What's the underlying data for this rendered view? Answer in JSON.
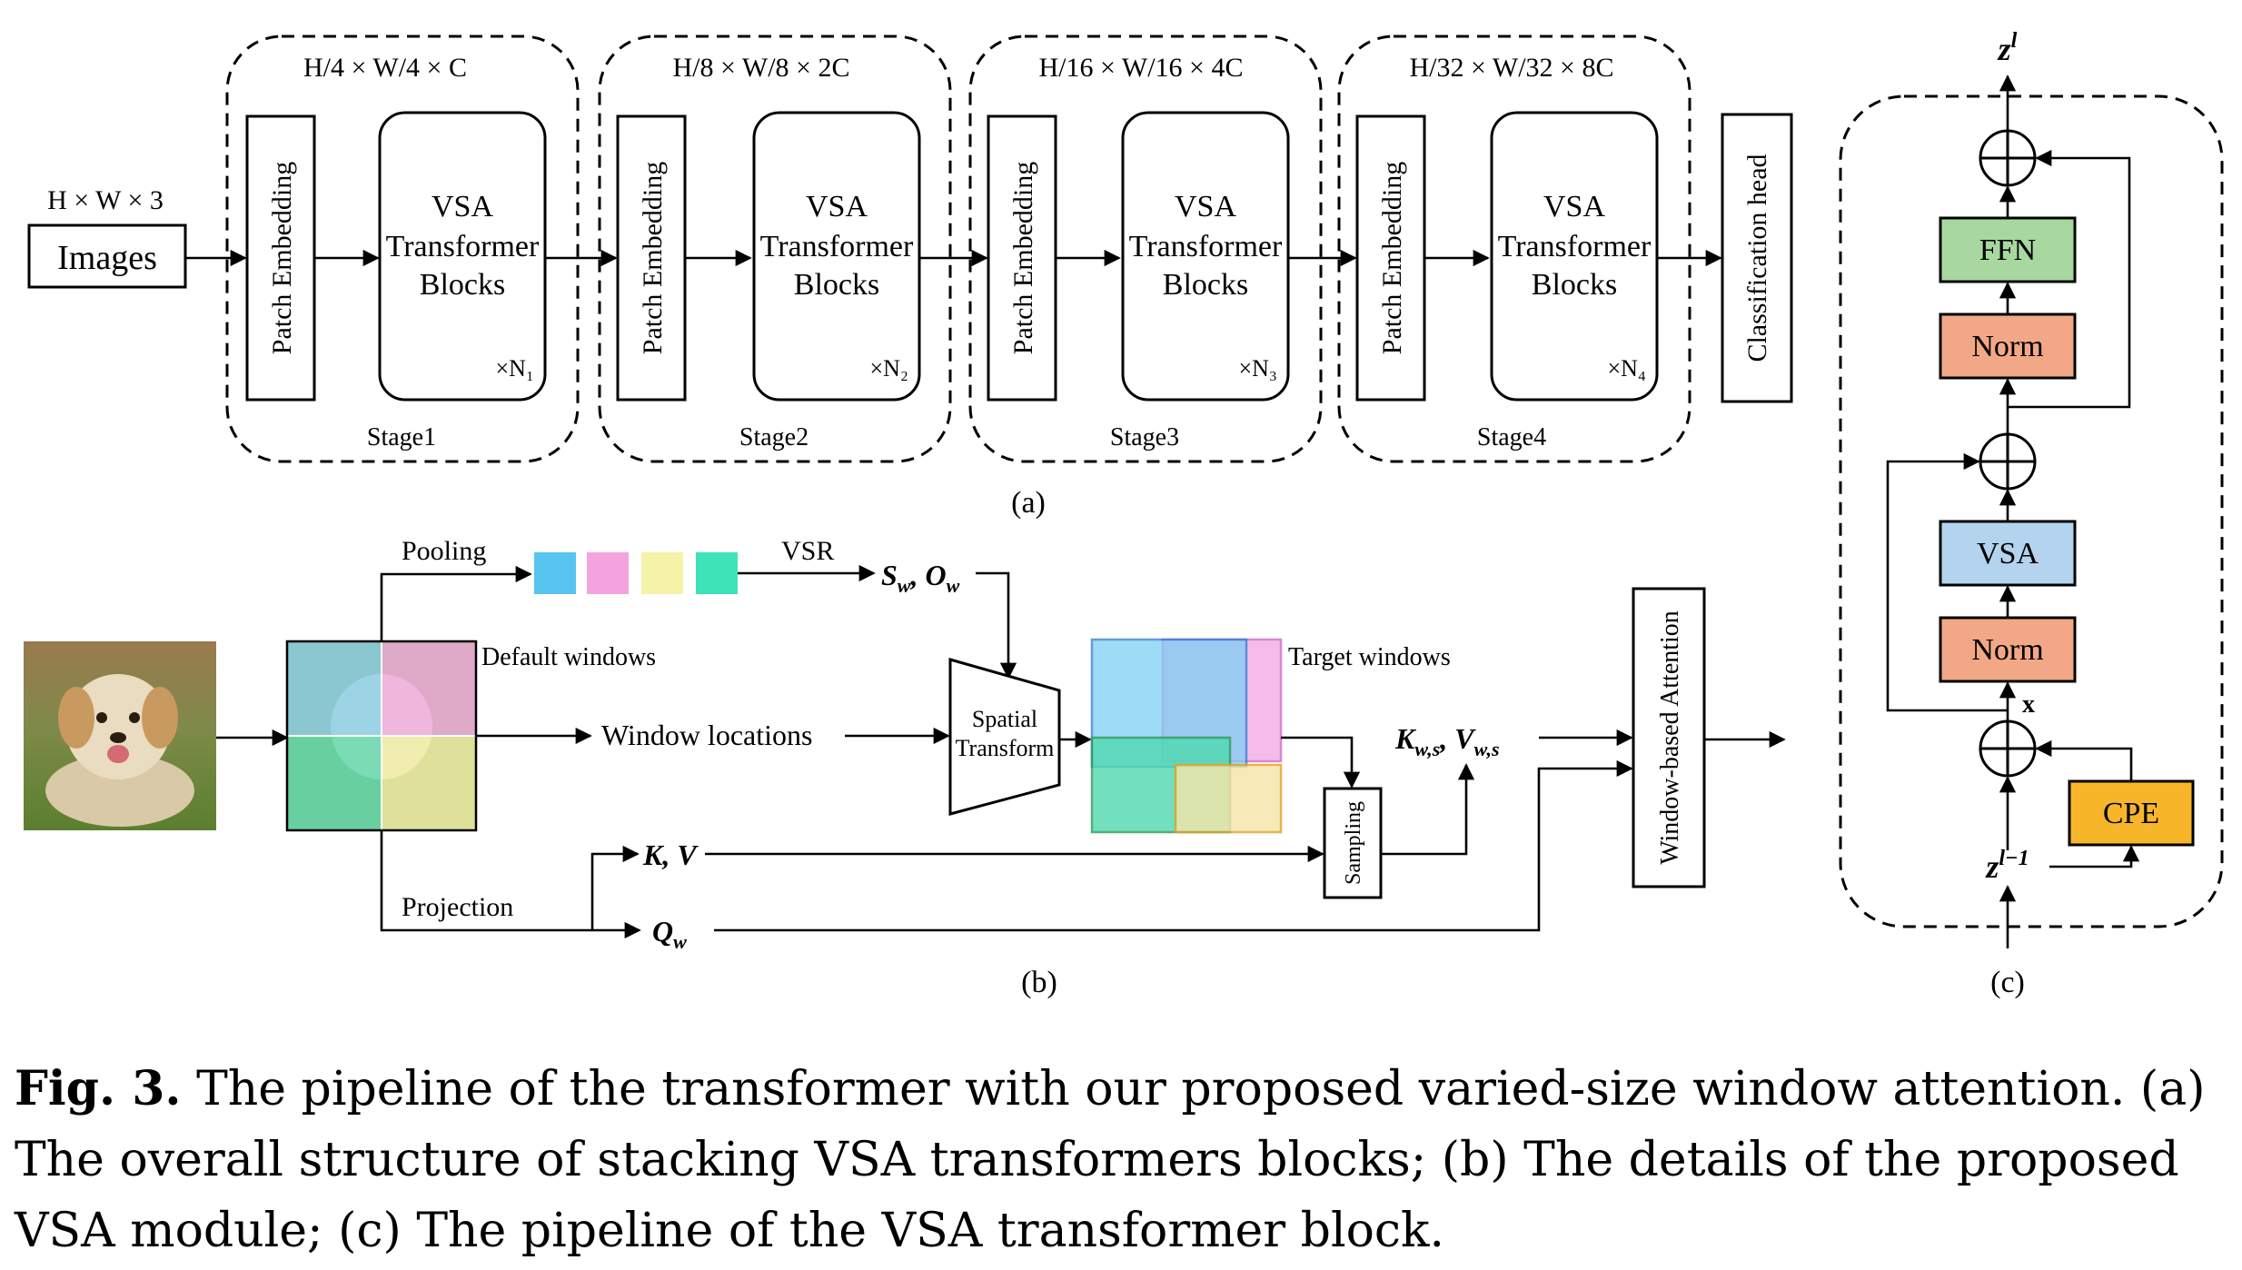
{
  "panel_a": {
    "input_dims": "H × W × 3",
    "input_label": "Images",
    "patch_embedding": "Patch Embedding",
    "block_line1": "VSA",
    "block_line2": "Transformer",
    "block_line3": "Blocks",
    "stages": [
      {
        "dims": "H/4 × W/4 × C",
        "repeat": "×N₁",
        "name": "Stage1"
      },
      {
        "dims": "H/8 × W/8 × 2C",
        "repeat": "×N₂",
        "name": "Stage2"
      },
      {
        "dims": "H/16 × W/16 × 4C",
        "repeat": "×N₃",
        "name": "Stage3"
      },
      {
        "dims": "H/32 × W/32 × 8C",
        "repeat": "×N₄",
        "name": "Stage4"
      }
    ],
    "head": "Classification head",
    "sublabel": "(a)"
  },
  "panel_b": {
    "pooling": "Pooling",
    "vsr": "VSR",
    "sw_ow": "Sw, Ow",
    "default_windows": "Default windows",
    "window_locations": "Window locations",
    "spatial_line1": "Spatial",
    "spatial_line2": "Transform",
    "target_windows": "Target windows",
    "sampling": "Sampling",
    "kws_vws": "Kw,s, Vw,s",
    "attention": "Window-based Attention",
    "kv": "K, V",
    "projection": "Projection",
    "qw": "Qw",
    "sublabel": "(b)",
    "colors": {
      "pool_tokens": [
        "#58c4f0",
        "#f5a3de",
        "#f4f3a8",
        "#3fe3b8"
      ],
      "window_blue": "#7ecff3",
      "window_pink": "#f2a6e4",
      "window_green": "#4fd9b0",
      "window_yellow": "#f6e6a8"
    }
  },
  "panel_c": {
    "output": "z^l",
    "ffn": "FFN",
    "norm1": "Norm",
    "vsa": "VSA",
    "norm2": "Norm",
    "x_label": "x",
    "cpe": "CPE",
    "input": "z^(l−1)",
    "sublabel": "(c)",
    "colors": {
      "ffn": "#a8d8a0",
      "norm": "#f2a886",
      "vsa": "#b3d3ee",
      "cpe": "#f7b62a"
    }
  },
  "caption": {
    "fig_label": "Fig. 3.",
    "text": "The pipeline of the transformer with our proposed varied-size window attention. (a) The overall structure of stacking VSA transformers blocks; (b) The details of the proposed VSA module; (c) The pipeline of the VSA transformer block."
  }
}
